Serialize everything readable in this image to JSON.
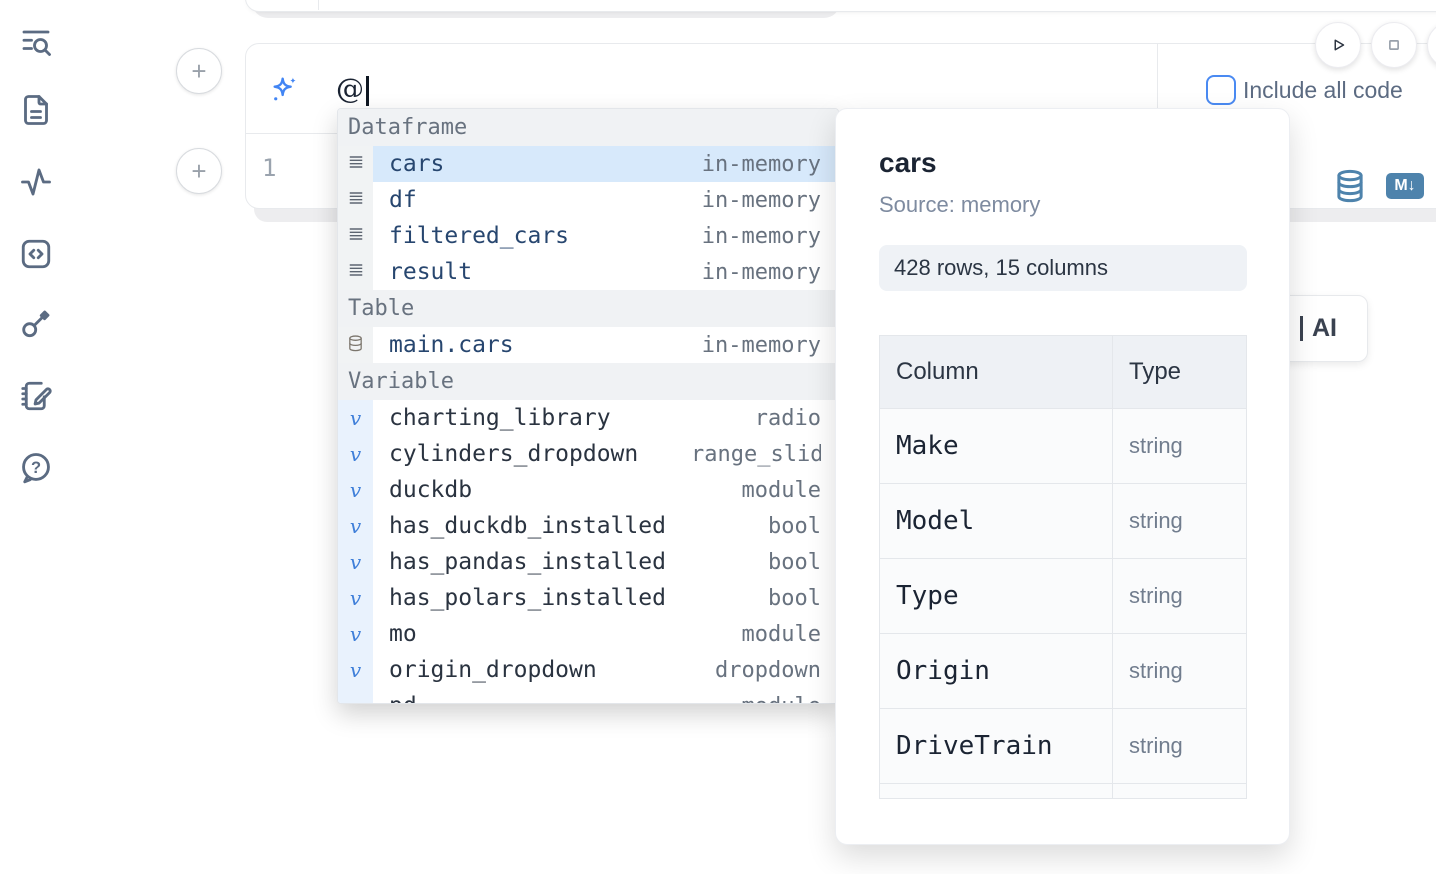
{
  "colors": {
    "accent_blue": "#4285f4",
    "steel_blue": "#4e83ac",
    "selection_blue": "#d7e9fb",
    "navy_text": "#27466f",
    "gray_text": "#68727f"
  },
  "sidebar": {
    "items": [
      {
        "icon": "list-search-icon"
      },
      {
        "icon": "document-icon"
      },
      {
        "icon": "activity-icon"
      },
      {
        "icon": "code-block-icon"
      },
      {
        "icon": "key-icon"
      },
      {
        "icon": "notebook-edit-icon"
      },
      {
        "icon": "help-icon"
      }
    ]
  },
  "toolbar": {
    "include_all_code_label": "Include all code",
    "include_all_code_checked": false
  },
  "cell": {
    "prompt_value": "@",
    "line_number": "1",
    "markdown_badge": "M↓"
  },
  "autocomplete": {
    "sections": [
      {
        "label": "Dataframe",
        "icon": "dataframe-icon",
        "items": [
          {
            "name": "cars",
            "type": "in-memory",
            "selected": true
          },
          {
            "name": "df",
            "type": "in-memory",
            "selected": false
          },
          {
            "name": "filtered_cars",
            "type": "in-memory",
            "selected": false
          },
          {
            "name": "result",
            "type": "in-memory",
            "selected": false
          }
        ]
      },
      {
        "label": "Table",
        "icon": "table-icon",
        "items": [
          {
            "name": "main.cars",
            "type": "in-memory",
            "selected": false
          }
        ]
      },
      {
        "label": "Variable",
        "icon": "variable-icon",
        "items": [
          {
            "name": "charting_library",
            "type": "radio",
            "selected": false
          },
          {
            "name": "cylinders_dropdown",
            "type": "range_slider",
            "selected": false
          },
          {
            "name": "duckdb",
            "type": "module",
            "selected": false
          },
          {
            "name": "has_duckdb_installed",
            "type": "bool",
            "selected": false
          },
          {
            "name": "has_pandas_installed",
            "type": "bool",
            "selected": false
          },
          {
            "name": "has_polars_installed",
            "type": "bool",
            "selected": false
          },
          {
            "name": "mo",
            "type": "module",
            "selected": false
          },
          {
            "name": "origin_dropdown",
            "type": "dropdown",
            "selected": false
          },
          {
            "name": "pd",
            "type": "module",
            "selected": false
          }
        ]
      }
    ]
  },
  "popup": {
    "title": "cars",
    "source": "Source: memory",
    "summary": "428 rows, 15 columns",
    "table": {
      "headers": [
        "Column",
        "Type"
      ],
      "rows": [
        {
          "column": "Make",
          "type": "string"
        },
        {
          "column": "Model",
          "type": "string"
        },
        {
          "column": "Type",
          "type": "string"
        },
        {
          "column": "Origin",
          "type": "string"
        },
        {
          "column": "DriveTrain",
          "type": "string"
        }
      ]
    }
  },
  "ai_button": {
    "visible_label": "AI"
  }
}
